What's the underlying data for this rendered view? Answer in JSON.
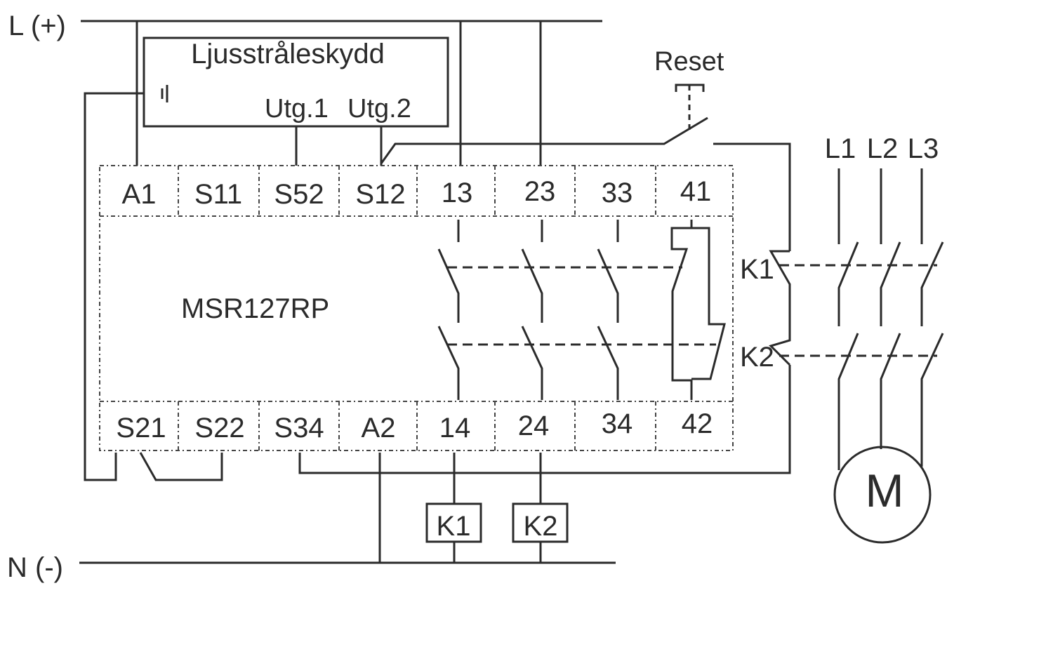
{
  "rails": {
    "positive": "L (+)",
    "negative": "N (-)"
  },
  "light_curtain": {
    "title": "Ljusstråleskydd",
    "out1": "Utg.1",
    "out2": "Utg.2"
  },
  "reset_label": "Reset",
  "relay": {
    "model": "MSR127RP",
    "top_terminals": [
      "A1",
      "S11",
      "S52",
      "S12",
      "13",
      "23",
      "33",
      "41"
    ],
    "bottom_terminals": [
      "S21",
      "S22",
      "S34",
      "A2",
      "14",
      "24",
      "34",
      "42"
    ]
  },
  "phases": [
    "L1",
    "L2",
    "L3"
  ],
  "contactor_labels": [
    "K1",
    "K2"
  ],
  "coils": [
    "K1",
    "K2"
  ],
  "motor_label": "M"
}
